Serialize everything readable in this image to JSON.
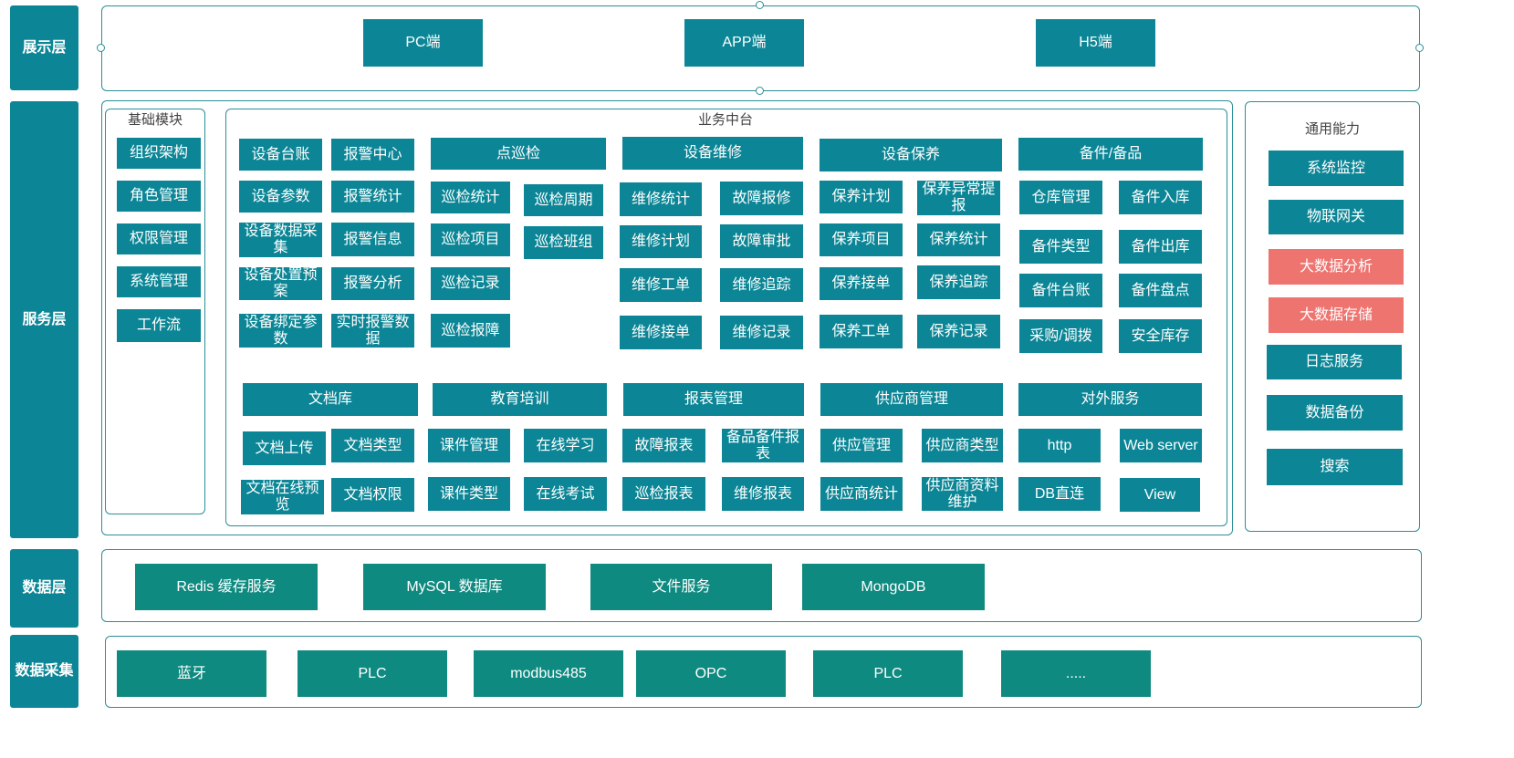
{
  "layers": {
    "presentation": "展示层",
    "service": "服务层",
    "data": "数据层",
    "collection": "数据采集"
  },
  "presentation": [
    "PC端",
    "APP端",
    "H5端"
  ],
  "base": {
    "title": "基础模块",
    "items": [
      "组织架构",
      "角色管理",
      "权限管理",
      "系统管理",
      "工作流"
    ]
  },
  "business": {
    "title": "业务中台",
    "col1": [
      "设备台账",
      "设备参数",
      "设备数据采集",
      "设备处置预案",
      "设备绑定参数"
    ],
    "col2": [
      "报警中心",
      "报警统计",
      "报警信息",
      "报警分析",
      "实时报警数据"
    ],
    "inspection": {
      "header": "点巡检",
      "left": [
        "巡检统计",
        "巡检项目",
        "巡检记录",
        "巡检报障"
      ],
      "right": [
        "巡检周期",
        "巡检班组"
      ]
    },
    "repair": {
      "header": "设备维修",
      "left": [
        "维修统计",
        "维修计划",
        "维修工单",
        "维修接单"
      ],
      "right": [
        "故障报修",
        "故障审批",
        "维修追踪",
        "维修记录"
      ]
    },
    "maintenance": {
      "header": "设备保养",
      "left": [
        "保养计划",
        "保养项目",
        "保养接单",
        "保养工单"
      ],
      "right": [
        "保养异常提报",
        "保养统计",
        "保养追踪",
        "保养记录"
      ]
    },
    "spare": {
      "header": "备件/备品",
      "left": [
        "仓库管理",
        "备件类型",
        "备件台账",
        "采购/调拨"
      ],
      "right": [
        "备件入库",
        "备件出库",
        "备件盘点",
        "安全库存"
      ]
    },
    "docs": {
      "header": "文档库",
      "items": [
        "文档上传",
        "文档类型",
        "文档在线预览",
        "文档权限"
      ]
    },
    "training": {
      "header": "教育培训",
      "items": [
        "课件管理",
        "在线学习",
        "课件类型",
        "在线考试"
      ]
    },
    "reports": {
      "header": "报表管理",
      "items": [
        "故障报表",
        "备品备件报表",
        "巡检报表",
        "维修报表"
      ]
    },
    "supplier": {
      "header": "供应商管理",
      "items": [
        "供应管理",
        "供应商类型",
        "供应商统计",
        "供应商资料维护"
      ]
    },
    "external": {
      "header": "对外服务",
      "items": [
        "http",
        "Web server",
        "DB直连",
        "View"
      ]
    }
  },
  "common": {
    "title": "通用能力",
    "items": [
      "系统监控",
      "物联网关",
      "大数据分析",
      "大数据存储",
      "日志服务",
      "数据备份",
      "搜索"
    ],
    "highlight_color": "#ee7470"
  },
  "data_layer": [
    "Redis 缓存服务",
    "MySQL 数据库",
    "文件服务",
    "MongoDB"
  ],
  "collection": [
    "蓝牙",
    "PLC",
    "modbus485",
    "OPC",
    "PLC",
    "....."
  ],
  "colors": {
    "box": "#0c8696",
    "box_alt": "#0f8a80",
    "border": "#2a8f97",
    "highlight": "#ee7470"
  }
}
